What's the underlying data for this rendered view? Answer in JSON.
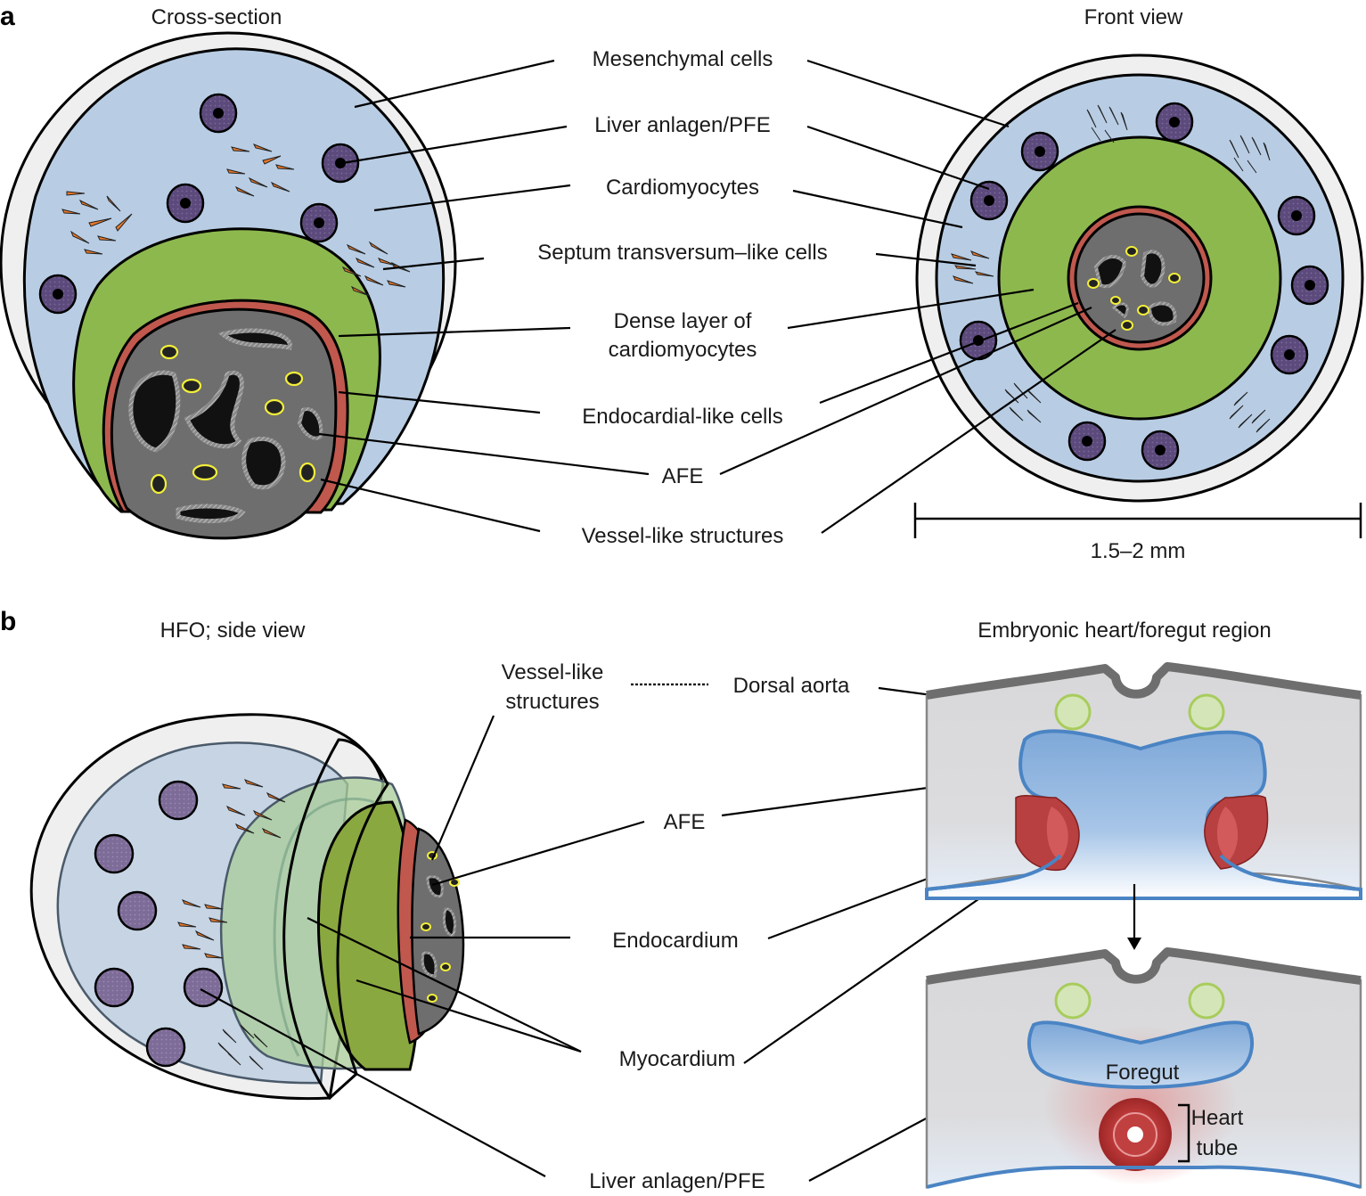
{
  "panel_a": {
    "letter": "a",
    "left_title": "Cross-section",
    "right_title": "Front view",
    "labels": {
      "mesenchymal": "Mesenchymal cells",
      "liver": "Liver anlagen/PFE",
      "cardiomyocytes": "Cardiomyocytes",
      "septum": "Septum transversum–like cells",
      "dense_1": "Dense layer of",
      "dense_2": "cardiomyocytes",
      "endocardial": "Endocardial-like cells",
      "afe": "AFE",
      "vessel": "Vessel-like structures"
    },
    "scale_bar": "1.5–2 mm"
  },
  "panel_b": {
    "letter": "b",
    "left_title": "HFO; side view",
    "right_title": "Embryonic heart/foregut region",
    "labels": {
      "vessel_1": "Vessel-like",
      "vessel_2": "structures",
      "dorsal_aorta": "Dorsal aorta",
      "afe": "AFE",
      "endocardium": "Endocardium",
      "myocardium": "Myocardium",
      "liver": "Liver anlagen/PFE",
      "foregut": "Foregut",
      "heart_1": "Heart",
      "heart_2": "tube"
    }
  },
  "colors": {
    "mesenchyme_blue": "#b8cde4",
    "myocardium_green": "#8db84e",
    "endocardium_red": "#c0584e",
    "afe_gray": "#6e6e6e",
    "nucleus_purple": "#5a4a78",
    "fiber_orange": "#e8782a",
    "vessel_yellow": "#f2ee3a",
    "foregut_blue": "#4a84c4",
    "aorta_green": "#a8cc5c"
  }
}
